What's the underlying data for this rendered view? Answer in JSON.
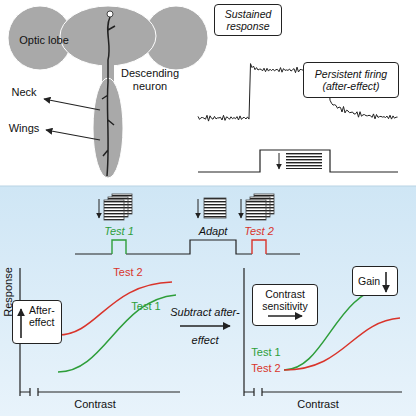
{
  "diagram": {
    "nodes": [
      {
        "text": [
          "Sustained response"
        ]
      },
      {
        "text": [
          "Persistent firing (after-effect)"
        ]
      },
      {
        "text": [
          "After-effect"
        ]
      },
      {
        "text": [
          "Contrast sensitivity"
        ]
      },
      {
        "text": [
          "Gain"
        ]
      }
    ],
    "labels": [
      "Optic lobe",
      "Descending neuron",
      "Neck",
      "Wings",
      "Test 1",
      "Adapt",
      "Test 2",
      "Response",
      "Test 2",
      "Test 1",
      "Subtract after-effect",
      "Contrast",
      "Test 1",
      "Test 2",
      "Contrast"
    ]
  }
}
